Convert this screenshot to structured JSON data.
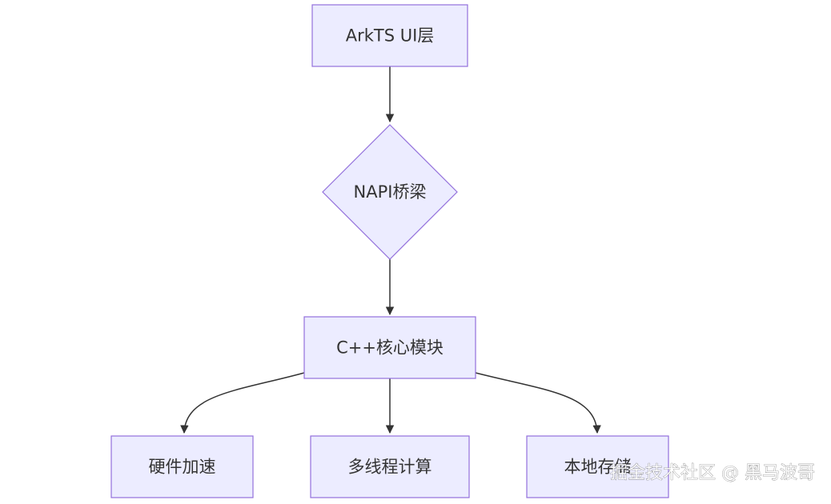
{
  "nodes": {
    "arkts_ui": "ArkTS UI层",
    "napi_bridge": "NAPI桥梁",
    "cpp_core": "C++核心模块",
    "hw_accel": "硬件加速",
    "multithread": "多线程计算",
    "local_storage": "本地存储"
  },
  "watermark": "掘金技术社区 @ 黑马波哥",
  "colors": {
    "node_fill": "#ECECFF",
    "node_stroke": "#9370DB",
    "edge": "#333333",
    "text": "#333333"
  }
}
